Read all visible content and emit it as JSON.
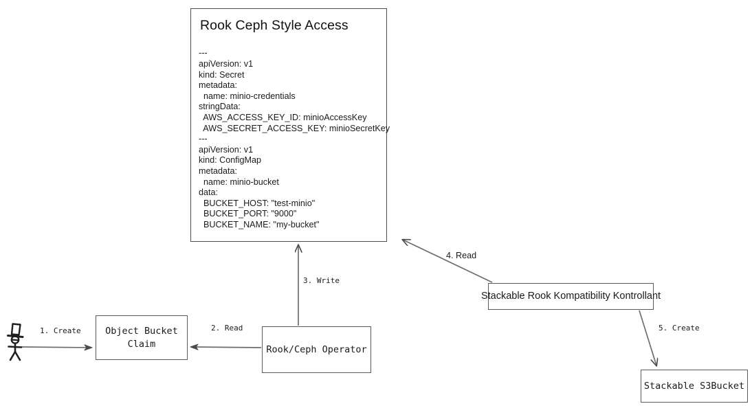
{
  "diagram": {
    "title": "Rook Ceph Style Access",
    "nodes": {
      "actor": {
        "name": "user-actor",
        "label": ""
      },
      "object_bucket_claim": {
        "label": "Object Bucket\nClaim"
      },
      "rook_ceph_operator": {
        "label": "Rook/Ceph Operator"
      },
      "kompatibility_kontrollant": {
        "label": "Stackable Rook Kompatibility Kontrollant"
      },
      "s3_bucket": {
        "label": "Stackable S3Bucket"
      }
    },
    "yaml_card": {
      "title": "Rook Ceph Style Access",
      "body": "---\napiVersion: v1\nkind: Secret\nmetadata:\n  name: minio-credentials\nstringData:\n  AWS_ACCESS_KEY_ID: minioAccessKey\n  AWS_SECRET_ACCESS_KEY: minioSecretKey\n---\napiVersion: v1\nkind: ConfigMap\nmetadata:\n  name: minio-bucket\ndata:\n  BUCKET_HOST: \"test-minio\"\n  BUCKET_PORT: \"9000\"\n  BUCKET_NAME: \"my-bucket\""
    },
    "edges": [
      {
        "id": "e1",
        "label": "1. Create",
        "from": "actor",
        "to": "object_bucket_claim"
      },
      {
        "id": "e2",
        "label": "2. Read",
        "from": "rook_ceph_operator",
        "to": "object_bucket_claim"
      },
      {
        "id": "e3",
        "label": "3. Write",
        "from": "rook_ceph_operator",
        "to": "yaml_card"
      },
      {
        "id": "e4",
        "label": "4. Read",
        "from": "kompatibility_kontrollant",
        "to": "yaml_card"
      },
      {
        "id": "e5",
        "label": "5. Create",
        "from": "kompatibility_kontrollant",
        "to": "s3_bucket"
      }
    ],
    "colors": {
      "stroke": "#5a5a5a",
      "text": "#1a1a1a",
      "background": "#ffffff"
    }
  }
}
